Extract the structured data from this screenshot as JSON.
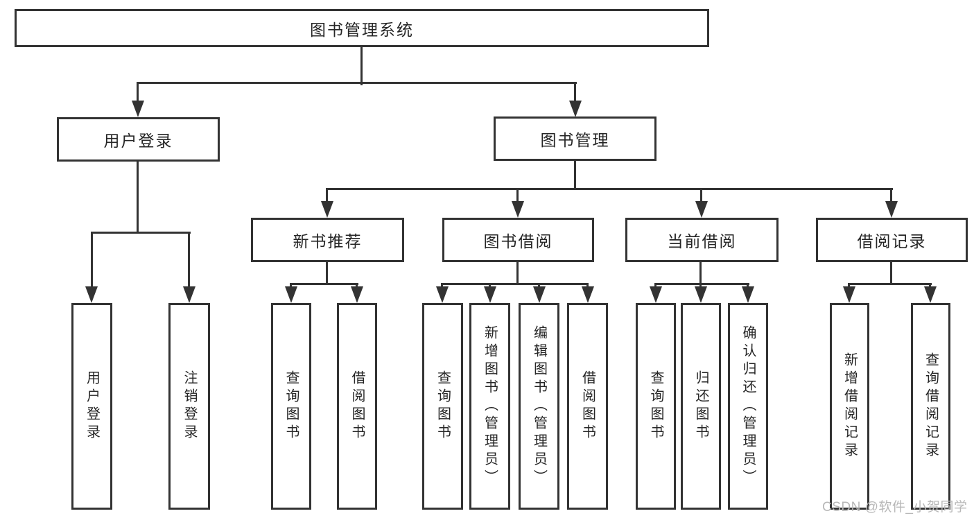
{
  "page": {
    "background": "#ffffff"
  },
  "colors": {
    "border": "#333333",
    "line": "#333333",
    "text": "#262626"
  },
  "watermark": {
    "text": "CSDN @软件_小贺同学",
    "color": "#b8b8b8"
  },
  "diagram": {
    "root": {
      "label": "图书管理系统"
    },
    "branches": [
      {
        "label": "用户登录",
        "children": [
          {
            "label": "用户登录"
          },
          {
            "label": "注销登录"
          }
        ]
      },
      {
        "label": "图书管理",
        "children": [
          {
            "label": "新书推荐",
            "children": [
              {
                "label": "查询图书"
              },
              {
                "label": "借阅图书"
              }
            ]
          },
          {
            "label": "图书借阅",
            "children": [
              {
                "label": "查询图书"
              },
              {
                "label": "新增图书（管理员）"
              },
              {
                "label": "编辑图书（管理员）"
              },
              {
                "label": "借阅图书"
              }
            ]
          },
          {
            "label": "当前借阅",
            "children": [
              {
                "label": "查询图书"
              },
              {
                "label": "归还图书"
              },
              {
                "label": "确认归还（管理员）"
              }
            ]
          },
          {
            "label": "借阅记录",
            "children": [
              {
                "label": "新增借阅记录"
              },
              {
                "label": "查询借阅记录"
              }
            ]
          }
        ]
      }
    ]
  }
}
